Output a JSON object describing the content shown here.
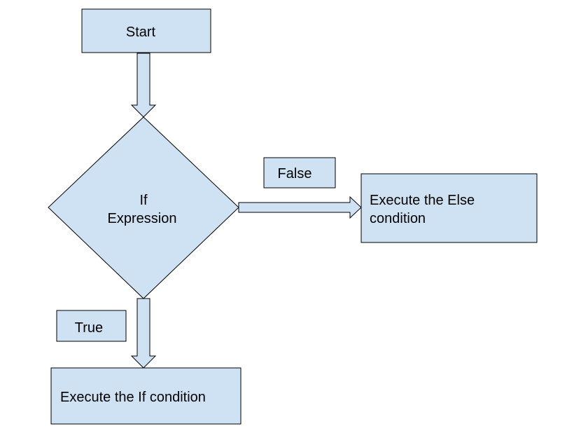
{
  "nodes": {
    "start": "Start",
    "decision_line1": "If",
    "decision_line2": "Expression",
    "else_line1": "Execute the Else",
    "else_line2": "condition",
    "if_branch": "Execute the If condition"
  },
  "edge_labels": {
    "false": "False",
    "true": "True"
  },
  "colors": {
    "shape_fill": "#cfe2f3",
    "stroke": "#000000"
  }
}
